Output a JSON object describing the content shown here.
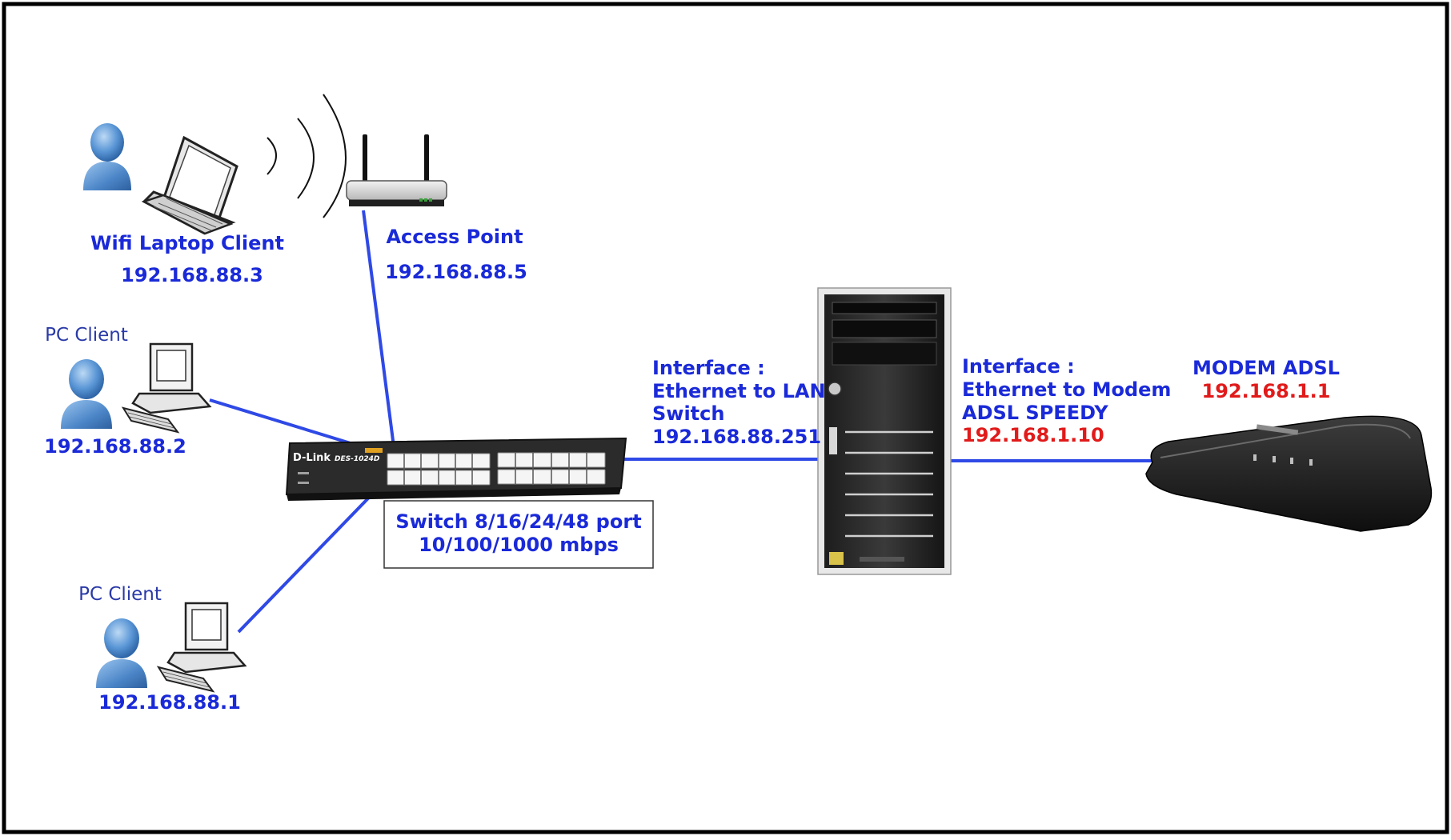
{
  "colors": {
    "link": "#2f49e6",
    "label_blue": "#1a2ad8",
    "label_red": "#e11a1a",
    "client_label": "#2a3aa8",
    "frame": "#000000"
  },
  "wifi_laptop": {
    "title": "Wifi Laptop Client",
    "ip": "192.168.88.3"
  },
  "access_point": {
    "title": "Access Point",
    "ip": "192.168.88.5"
  },
  "pc_client_top": {
    "title": "PC Client",
    "ip": "192.168.88.2"
  },
  "pc_client_bottom": {
    "title": "PC Client",
    "ip": "192.168.88.1"
  },
  "switch": {
    "brand": "D-Link",
    "model": "DES-1024D",
    "caption_line1": "Switch 8/16/24/48 port",
    "caption_line2": "10/100/1000 mbps"
  },
  "server": {
    "lan_line1": "Interface :",
    "lan_line2": "Ethernet to LAN",
    "lan_line3": "Switch",
    "lan_ip": "192.168.88.251",
    "wan_line1": "Interface :",
    "wan_line2": "Ethernet to Modem",
    "wan_line3": "ADSL SPEEDY",
    "wan_ip": "192.168.1.10"
  },
  "modem": {
    "title": "MODEM ADSL",
    "ip": "192.168.1.1"
  },
  "icons": [
    "user-icon",
    "laptop-icon",
    "wifi-waves-icon",
    "access-point-icon",
    "desktop-pc-icon",
    "switch-icon",
    "server-tower-icon",
    "adsl-modem-icon"
  ]
}
